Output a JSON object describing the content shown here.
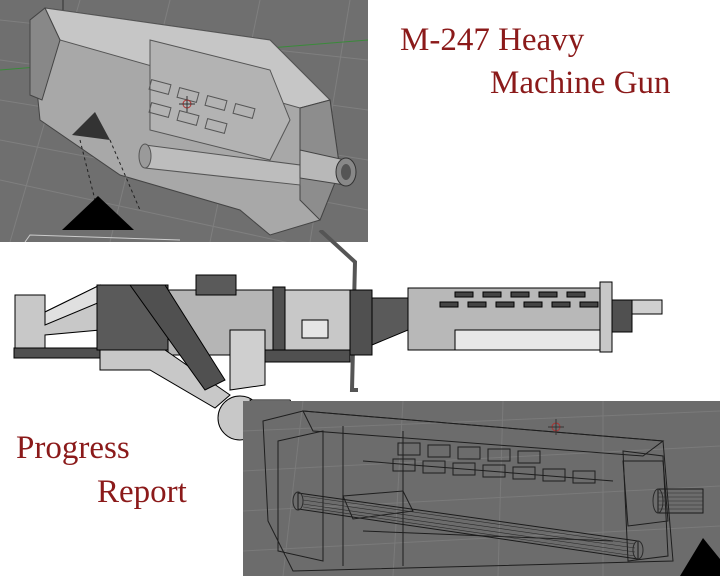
{
  "title": {
    "line1": "M-247 Heavy",
    "line2": "Machine Gun"
  },
  "caption": {
    "line1": "Progress",
    "line2": "Report"
  },
  "colors": {
    "title_red": "#8b1a1a",
    "viewport_bg": "#6e6e6e",
    "model_gray": "#a9a9a9",
    "dark_part": "#555555"
  },
  "icons": {
    "top_viewport_cursor": "3d-cursor-icon",
    "bottom_viewport_cursor": "3d-cursor-icon",
    "top_viewport_corner": "triangle-marker-icon",
    "bottom_viewport_corner": "triangle-marker-icon"
  }
}
